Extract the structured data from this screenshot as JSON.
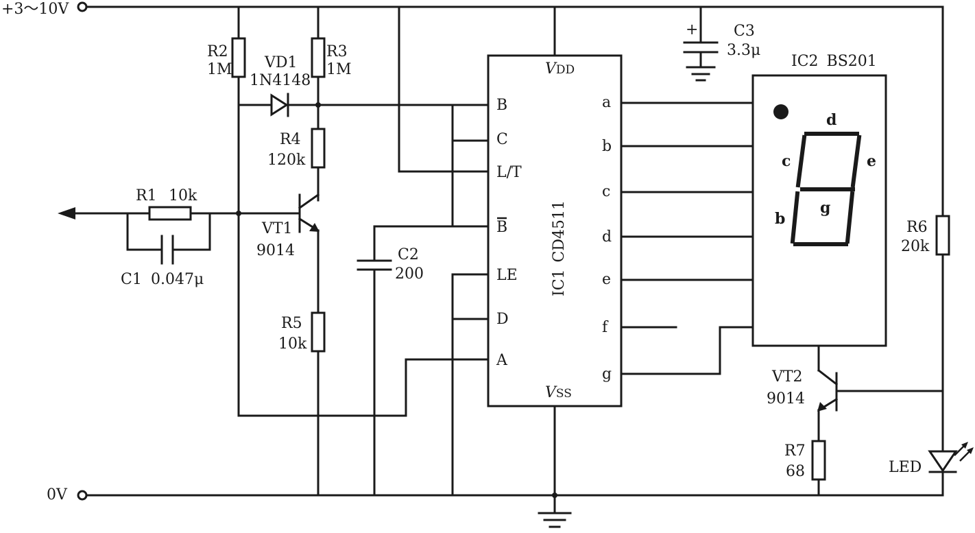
{
  "supply": {
    "positive": "+3～10V",
    "ground": "0V"
  },
  "resistors": {
    "r1": {
      "ref": "R1",
      "value": "10k"
    },
    "r2": {
      "ref": "R2",
      "value": "1M"
    },
    "r3": {
      "ref": "R3",
      "value": "1M"
    },
    "r4": {
      "ref": "R4",
      "value": "120k"
    },
    "r5": {
      "ref": "R5",
      "value": "10k"
    },
    "r6": {
      "ref": "R6",
      "value": "20k"
    },
    "r7": {
      "ref": "R7",
      "value": "68"
    }
  },
  "capacitors": {
    "c1": {
      "ref": "C1",
      "value": "0.047μ"
    },
    "c2": {
      "ref": "C2",
      "value": "200"
    },
    "c3": {
      "ref": "C3",
      "value": "3.3μ",
      "polarity": "+"
    }
  },
  "diode": {
    "ref": "VD1",
    "value": "1N4148"
  },
  "transistors": {
    "vt1": {
      "ref": "VT1",
      "value": "9014"
    },
    "vt2": {
      "ref": "VT2",
      "value": "9014"
    }
  },
  "ic1": {
    "ref": "IC1",
    "part": "CD4511",
    "vdd": "V",
    "vdd_sub": "DD",
    "vss": "V",
    "vss_sub": "SS",
    "left_pins": [
      "B",
      "C",
      "L/T",
      "B",
      "LE",
      "D",
      "A"
    ],
    "right_pins": [
      "a",
      "b",
      "c",
      "d",
      "e",
      "f",
      "g"
    ]
  },
  "ic2": {
    "ref": "IC2",
    "part": "BS201",
    "segment_labels": {
      "d": "d",
      "c": "c",
      "e": "e",
      "b": "b",
      "g": "g"
    }
  },
  "led": {
    "ref": "LED"
  }
}
